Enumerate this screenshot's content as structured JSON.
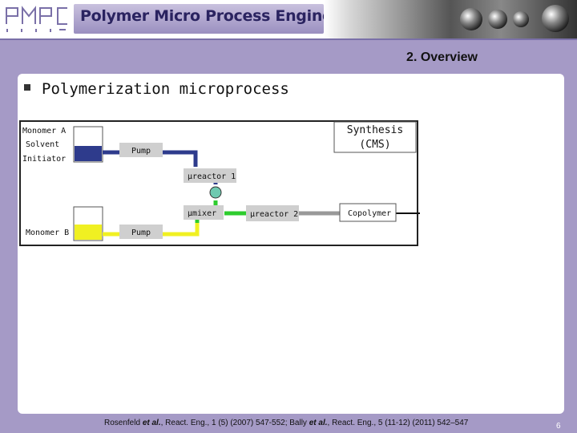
{
  "header": {
    "title": "Polymer Micro Process Engineering"
  },
  "colors": {
    "background": "#a59ac6",
    "stream_a": "#2e3b8c",
    "stream_b": "#f0f022",
    "mixer_green": "#2ecc2e",
    "node_teal": "#6ec9b0"
  },
  "slide": {
    "section": "2. Overview",
    "bullet": "Polymerization microprocess",
    "diagram": {
      "monomer_a": "Monomer A",
      "solvent": "Solvent",
      "initiator": "Initiator",
      "monomer_b": "Monomer B",
      "pump_a": "Pump",
      "pump_b": "Pump",
      "reactor1": "µreactor 1",
      "mixer": "µmixer",
      "reactor2": "µreactor 2",
      "synthesis_line1": "Synthesis",
      "synthesis_line2": "(CMS)",
      "copolymer": "Copolymer",
      "tank_a_level": 0.45,
      "tank_b_level": 0.48
    },
    "footer": {
      "part1": "Rosenfeld ",
      "etal1": "et al.",
      "part2": ", React. Eng., 1 (5) (2007) 547-552; Bally ",
      "etal2": "et al.",
      "part3": ", React. Eng., 5 (11-12) (2011) 542–547"
    },
    "page_number": "6"
  }
}
